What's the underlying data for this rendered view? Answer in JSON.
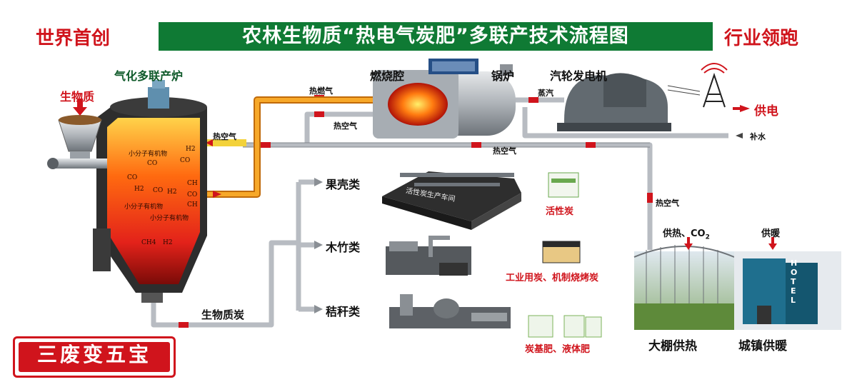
{
  "header": {
    "left_slogan": "世界首创",
    "title": "农林生物质“热电气炭肥”多联产技术流程图",
    "right_slogan": "行业领跑"
  },
  "furnace": {
    "title": "气化多联产炉",
    "feed_label": "生物质",
    "hot_air_in": "热空气",
    "gas_labels": [
      "小分子有机物",
      "H2",
      "CO",
      "CO",
      "CO",
      "H2",
      "CO",
      "H2",
      "CH",
      "CO",
      "小分子有机物",
      "CH",
      "小分子有机物",
      "CH4",
      "H2"
    ],
    "output": "生物质炭"
  },
  "pipes": {
    "hot_gas": "热燃气",
    "hot_air_1": "热空气",
    "hot_air_2": "热空气",
    "hot_air_3": "热空气",
    "steam": "蒸汽",
    "water": "补水"
  },
  "power": {
    "combustion": "燃烧腔",
    "boiler": "锅炉",
    "turbine": "汽轮发电机",
    "power_out": "供电"
  },
  "branches": {
    "shell": "果壳类",
    "wood": "木竹类",
    "straw": "秸秆类",
    "factory_sign": "活性炭生产车间"
  },
  "products": {
    "activated": "活性炭",
    "industrial": "工业用炭、机制烧烤炭",
    "fertilizer": "炭基肥、液体肥"
  },
  "heat": {
    "greenhouse_supply": "供热、CO",
    "greenhouse_supply_sub": "2",
    "town_supply": "供暖",
    "greenhouse_label": "大棚供热",
    "town_label": "城镇供暖",
    "hotel_sign": "HOTEL"
  },
  "badge": "三废变五宝",
  "colors": {
    "green": "#0f7a34",
    "red": "#d0141c",
    "orange_pipe": "#f29a1a",
    "grey_pipe": "#b8bcc2"
  }
}
